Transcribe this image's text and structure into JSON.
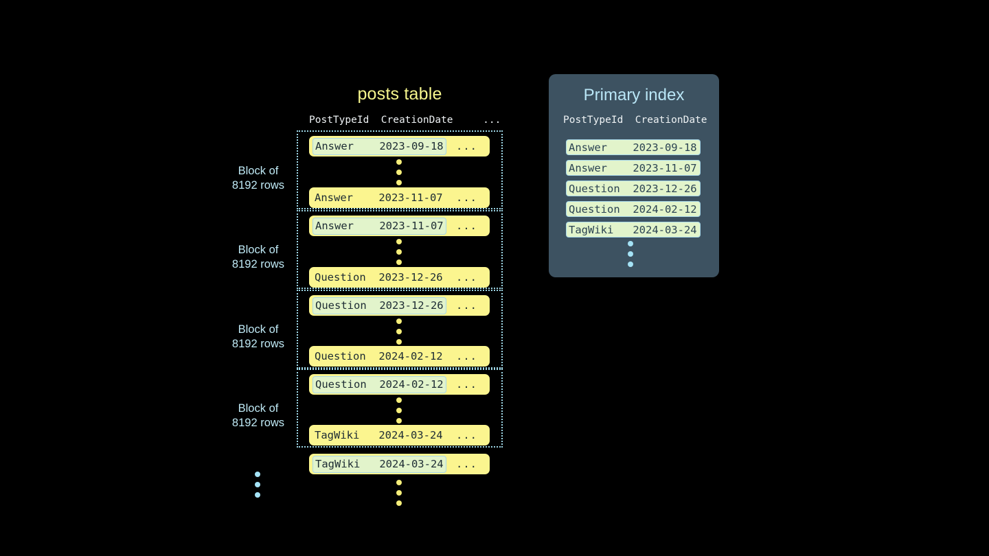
{
  "diagram": {
    "background_color": "#000000",
    "accent_yellow": "#fbf58f",
    "accent_blue": "#a4e2f5",
    "panel_color": "#3d5261",
    "highlight_green": "#e2f4cb"
  },
  "posts_table": {
    "title": "posts table",
    "column_headers": "PostTypeId  CreationDate     ...",
    "ellipsis": "...",
    "blocks": [
      {
        "label_line1": "Block of",
        "label_line2": "8192 rows",
        "first_row": {
          "cells": "Answer    2023-09-18",
          "highlighted": true
        },
        "last_row": {
          "cells": "Answer    2023-11-07",
          "highlighted": false
        }
      },
      {
        "label_line1": "Block of",
        "label_line2": "8192 rows",
        "first_row": {
          "cells": "Answer    2023-11-07",
          "highlighted": true
        },
        "last_row": {
          "cells": "Question  2023-12-26",
          "highlighted": false
        }
      },
      {
        "label_line1": "Block of",
        "label_line2": "8192 rows",
        "first_row": {
          "cells": "Question  2023-12-26",
          "highlighted": true
        },
        "last_row": {
          "cells": "Question  2024-02-12",
          "highlighted": false
        }
      },
      {
        "label_line1": "Block of",
        "label_line2": "8192 rows",
        "first_row": {
          "cells": "Question  2024-02-12",
          "highlighted": true
        },
        "last_row": {
          "cells": "TagWiki   2024-03-24",
          "highlighted": false
        }
      }
    ],
    "trailing_row": {
      "cells": "TagWiki   2024-03-24",
      "highlighted": true
    }
  },
  "primary_index": {
    "title": "Primary index",
    "column_headers": "PostTypeId  CreationDate",
    "rows": [
      {
        "cells": "Answer    2023-09-18"
      },
      {
        "cells": "Answer    2023-11-07"
      },
      {
        "cells": "Question  2023-12-26"
      },
      {
        "cells": "Question  2024-02-12"
      },
      {
        "cells": "TagWiki   2024-03-24"
      }
    ]
  }
}
